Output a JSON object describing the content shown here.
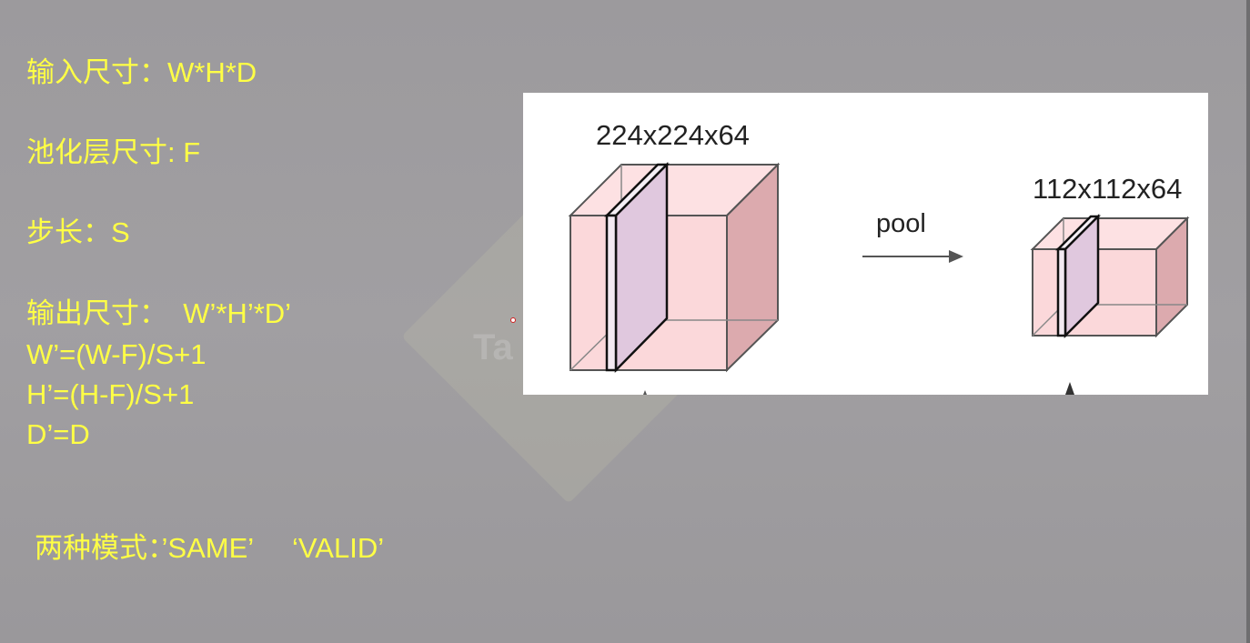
{
  "slide": {
    "lines": [
      "输入尺寸：W*H*D",
      "池化层尺寸: F",
      "步长：S",
      "输出尺寸：  W’*H’*D’",
      "W’=(W-F)/S+1",
      "H’=(H-F)/S+1",
      "D’=D",
      "两种模式：’SAME’     ‘VALID’"
    ],
    "text_color": "#ffff45"
  },
  "figure": {
    "input_label": "224x224x64",
    "arrow_label": "pool",
    "output_label": "112x112x64",
    "cube_front_color": "#fbd8da",
    "cube_top_color": "#fde1e3",
    "cube_side_color": "#dcaaae",
    "slice_color": "#e0c8de"
  },
  "watermark": {
    "text": "Ta"
  }
}
